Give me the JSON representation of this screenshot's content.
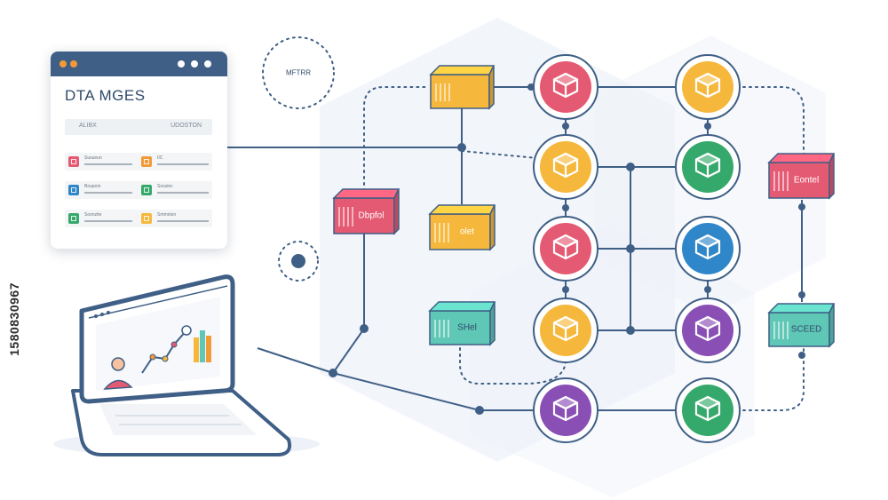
{
  "browser": {
    "title": "DTA MGES",
    "strip_left": "ALIBX",
    "strip_right": "UDOSTON",
    "rows": [
      {
        "label": "Susueun",
        "color": "#e55a73"
      },
      {
        "label": "IIC",
        "color": "#f29a3a"
      },
      {
        "label": "Boupoin",
        "color": "#2f87c9"
      },
      {
        "label": "Sosuloc",
        "color": "#35a96b"
      },
      {
        "label": "Soonzite",
        "color": "#35a96b"
      },
      {
        "label": "Smmnion",
        "color": "#f6b83c"
      }
    ]
  },
  "diagram": {
    "badge_label": "MFTRR",
    "boxes": [
      {
        "id": "box-top-orange",
        "label": "",
        "color": "#f6b83c"
      },
      {
        "id": "box-red-left",
        "label": "Dbpfol",
        "color": "#e55a73"
      },
      {
        "id": "box-orange-mid",
        "label": "olet",
        "color": "#f6b83c"
      },
      {
        "id": "box-teal-left",
        "label": "SHel",
        "color": "#5ec7b5"
      },
      {
        "id": "box-red-right",
        "label": "Eontel",
        "color": "#e55a73"
      },
      {
        "id": "box-teal-right",
        "label": "SCEED",
        "color": "#5ec7b5"
      }
    ],
    "nodes": [
      {
        "id": "node-1",
        "color": "#e55a73"
      },
      {
        "id": "node-2",
        "color": "#f6b83c"
      },
      {
        "id": "node-3",
        "color": "#f6b83c"
      },
      {
        "id": "node-4",
        "color": "#35a96b"
      },
      {
        "id": "node-5",
        "color": "#e55a73"
      },
      {
        "id": "node-6",
        "color": "#2f87c9"
      },
      {
        "id": "node-7",
        "color": "#f6b83c"
      },
      {
        "id": "node-8",
        "color": "#8a4fb5"
      },
      {
        "id": "node-9",
        "color": "#8a4fb5"
      },
      {
        "id": "node-10",
        "color": "#35a96b"
      }
    ]
  },
  "watermark": "1580830967",
  "colors": {
    "line": "#3f5f86",
    "laptop": "#3f5f86",
    "hex_fill": "#eef2f8"
  }
}
